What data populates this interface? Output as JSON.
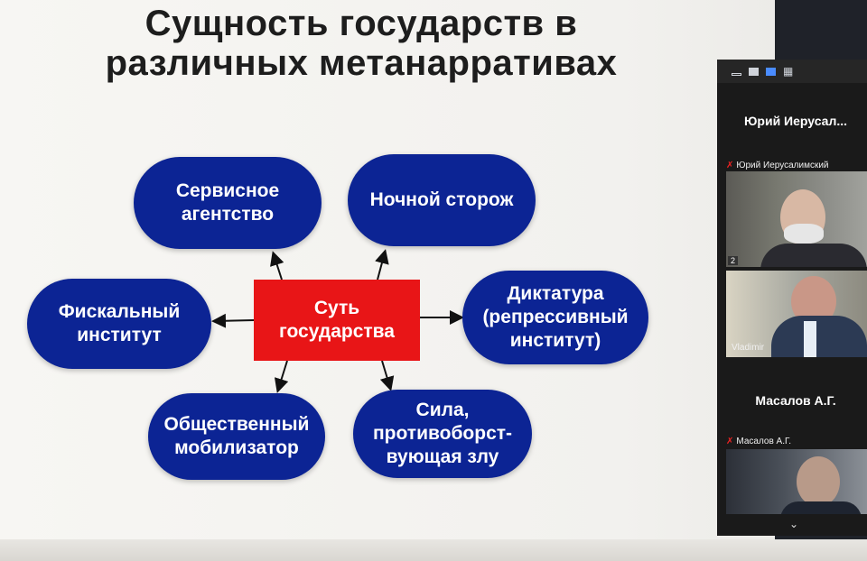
{
  "slide": {
    "title_line1": "Сущность государств в",
    "title_line2": "различных метанарративах",
    "center": "Суть\nгосударства",
    "nodes": {
      "service": "Сервисное\nагентство",
      "night": "Ночной сторож",
      "fiscal": "Фискальный\nинститут",
      "dictatorship": "Диктатура\n(репрессивный\nинститут)",
      "mobilizer": "Общественный\nмобилизатор",
      "force": "Сила,\nпротивоборст-\nвующая злу"
    },
    "colors": {
      "pill": "#0c2494",
      "center": "#e81517"
    }
  },
  "zoom": {
    "participants": [
      {
        "tile_name": "Юрий Иерусал...",
        "label": "Юрий Иерусалимский",
        "index": "2"
      },
      {
        "label": "Vladimir"
      },
      {
        "tile_name": "Масалов А.Г.",
        "label": "Масалов А.Г."
      }
    ],
    "icons": [
      "minimize-icon",
      "speaker-view-icon",
      "gallery-view-icon",
      "grid-icon",
      "chevron-down-icon",
      "mic-muted-icon"
    ]
  }
}
